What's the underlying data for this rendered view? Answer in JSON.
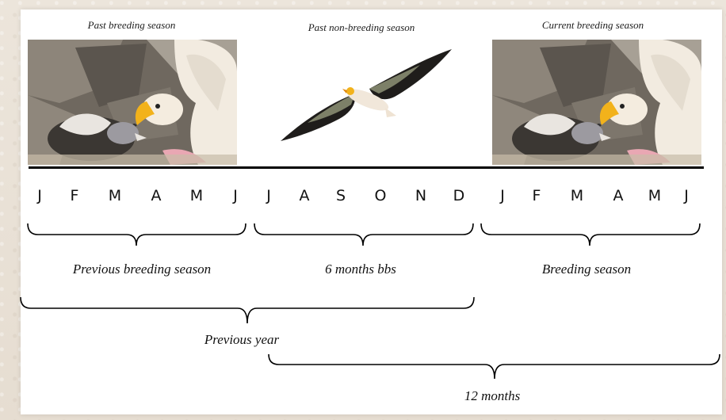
{
  "captions": {
    "past_breeding": "Past breeding season",
    "past_non_breeding": "Past non-breeding season",
    "current_breeding": "Current breeding season"
  },
  "months": [
    "J",
    "F",
    "M",
    "A",
    "M",
    "J",
    "J",
    "A",
    "S",
    "O",
    "N",
    "D",
    "J",
    "F",
    "M",
    "A",
    "M",
    "J"
  ],
  "brace_labels": {
    "previous_breeding_season": "Previous breeding season",
    "six_months_bbs": "6 months bbs",
    "breeding_season": "Breeding season",
    "previous_year": "Previous year",
    "twelve_months": "12 months"
  },
  "colors": {
    "line": "#000000",
    "beak": "#f2b21b",
    "feather_light": "#f3ece2",
    "rock": "#7c756c"
  }
}
